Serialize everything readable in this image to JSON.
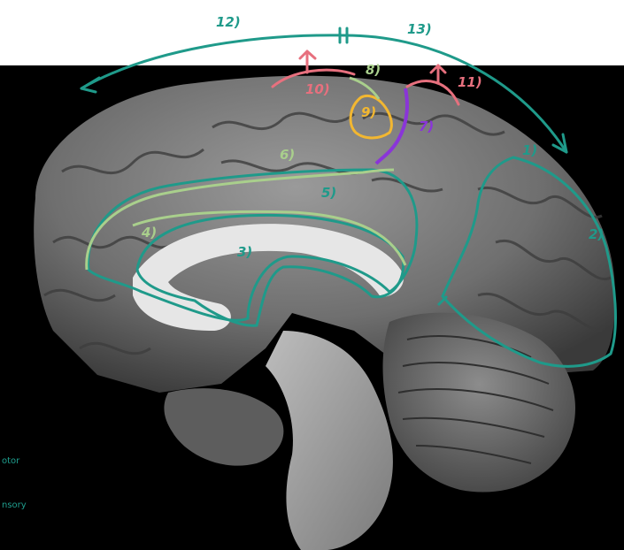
{
  "colors": {
    "teal": "#1f9a8a",
    "light_green": "#a9cf8c",
    "pink": "#e7707e",
    "purple": "#8a35d8",
    "yellow": "#f2b731",
    "background": "#000000"
  },
  "labels": {
    "l1": "1)",
    "l2": "2)",
    "l3": "3)",
    "l4": "4)",
    "l5": "5)",
    "l6": "6)",
    "l7": "7)",
    "l8": "8)",
    "l9": "9)",
    "l10": "10)",
    "l11": "11)",
    "l12": "12)",
    "l13": "13)"
  },
  "side_notes": {
    "motor": "otor",
    "sensory": "nsory"
  }
}
